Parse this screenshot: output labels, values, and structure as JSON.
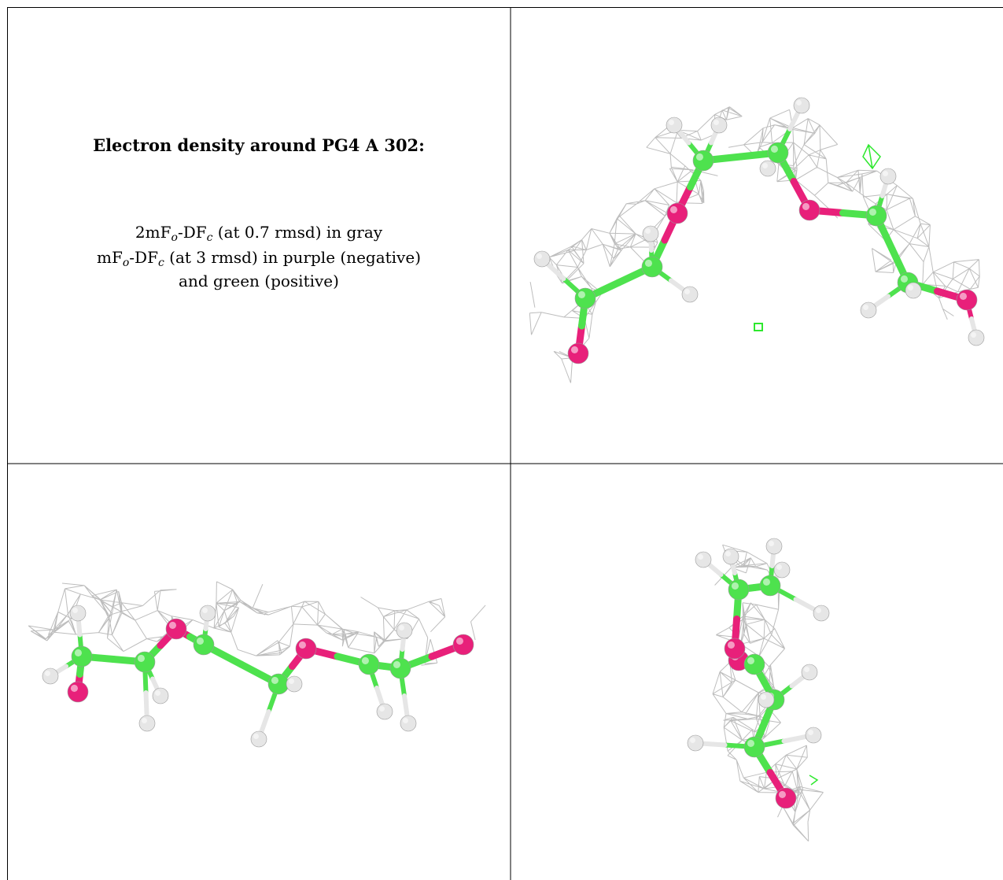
{
  "caption": {
    "title": "Electron density around PG4 A 302:",
    "line1": {
      "prefix": "2mF",
      "sub1": "o",
      "mid": "-DF",
      "sub2": "c",
      "suffix": " (at 0.7 rmsd) in gray"
    },
    "line2": {
      "prefix": "mF",
      "sub1": "o",
      "mid": "-DF",
      "sub2": "c",
      "suffix": " (at 3 rmsd) in purple (negative)"
    },
    "line3": "and green (positive)"
  },
  "colors": {
    "mesh": "#b9b9b9",
    "carbon": "#4ee24e",
    "oxygen": "#e8207a",
    "hydrogen": "#e6e6e6",
    "positive_density": "#2ee82e",
    "border": "#000000"
  },
  "panels": [
    {
      "name": "view-top-right",
      "label_visible": false
    },
    {
      "name": "view-bottom-left",
      "label_visible": false
    },
    {
      "name": "view-bottom-right",
      "label_visible": false
    }
  ]
}
